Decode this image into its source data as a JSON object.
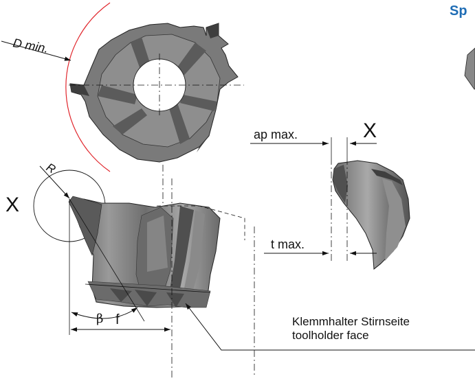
{
  "heading": "Sp",
  "labels": {
    "d_min": "D min.",
    "view_x_top": "X",
    "view_x_side": "X",
    "radius": "R",
    "ap_max": "ap max.",
    "t_max": "t max.",
    "beta": "β",
    "f": "f",
    "toolholder_de": "Klemmhalter Stirnseite",
    "toolholder_en": "toolholder face"
  },
  "colors": {
    "heading": "#1f6db5",
    "min_diameter_arc": "#e0252b",
    "insert_body": "#7c7c7c",
    "insert_dark": "#4a4a4a",
    "insert_light": "#b9b9b9"
  }
}
